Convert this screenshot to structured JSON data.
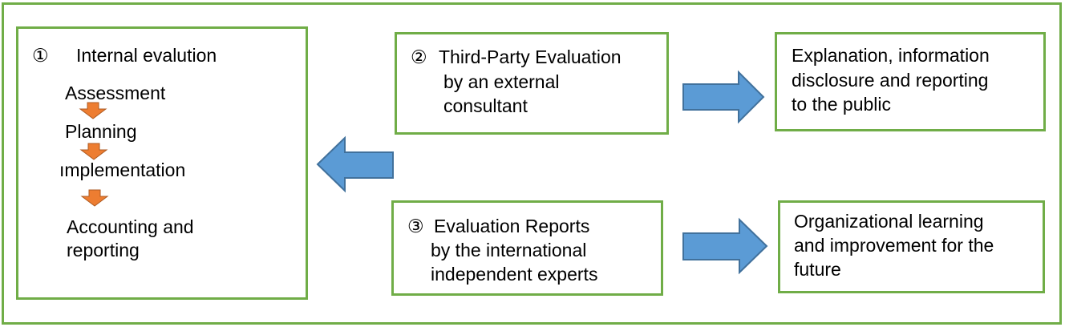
{
  "colors": {
    "frame_green": "#70AD47",
    "blue_arrow_fill": "#5B9BD5",
    "blue_arrow_stroke": "#41719C",
    "orange_arrow_fill": "#ED7D31",
    "orange_arrow_stroke": "#AE5A21"
  },
  "internal_box": {
    "number": "①",
    "title": "Internal evalution",
    "steps": [
      {
        "label": "Assessment"
      },
      {
        "label": "Planning"
      },
      {
        "label": "ımplementation"
      },
      {
        "label_line1": "Accounting and",
        "label_line2": "reporting"
      }
    ]
  },
  "third_party_box": {
    "number": "②",
    "line1": "Third-Party Evaluation",
    "line2": "by an external",
    "line3": "consultant"
  },
  "reports_box": {
    "number": "③",
    "line1": "Evaluation Reports",
    "line2": "by the international",
    "line3": "independent experts"
  },
  "disclosure_box": {
    "line1": "Explanation, information",
    "line2": "disclosure and reporting",
    "line3": "to the public"
  },
  "learning_box": {
    "line1": "Organizational learning",
    "line2": "and improvement for the",
    "line3": "future"
  },
  "arrows": [
    {
      "id": "feedback-left",
      "direction": "left",
      "from": "middle column",
      "to": "internal_box"
    },
    {
      "id": "to-disclosure",
      "direction": "right",
      "from": "third_party_box",
      "to": "disclosure_box"
    },
    {
      "id": "to-learning",
      "direction": "right",
      "from": "reports_box",
      "to": "learning_box"
    },
    {
      "id": "step-1-2",
      "direction": "down",
      "from": "Assessment",
      "to": "Planning"
    },
    {
      "id": "step-2-3",
      "direction": "down",
      "from": "Planning",
      "to": "implementation"
    },
    {
      "id": "step-3-4",
      "direction": "down",
      "from": "implementation",
      "to": "Accounting and reporting"
    }
  ]
}
